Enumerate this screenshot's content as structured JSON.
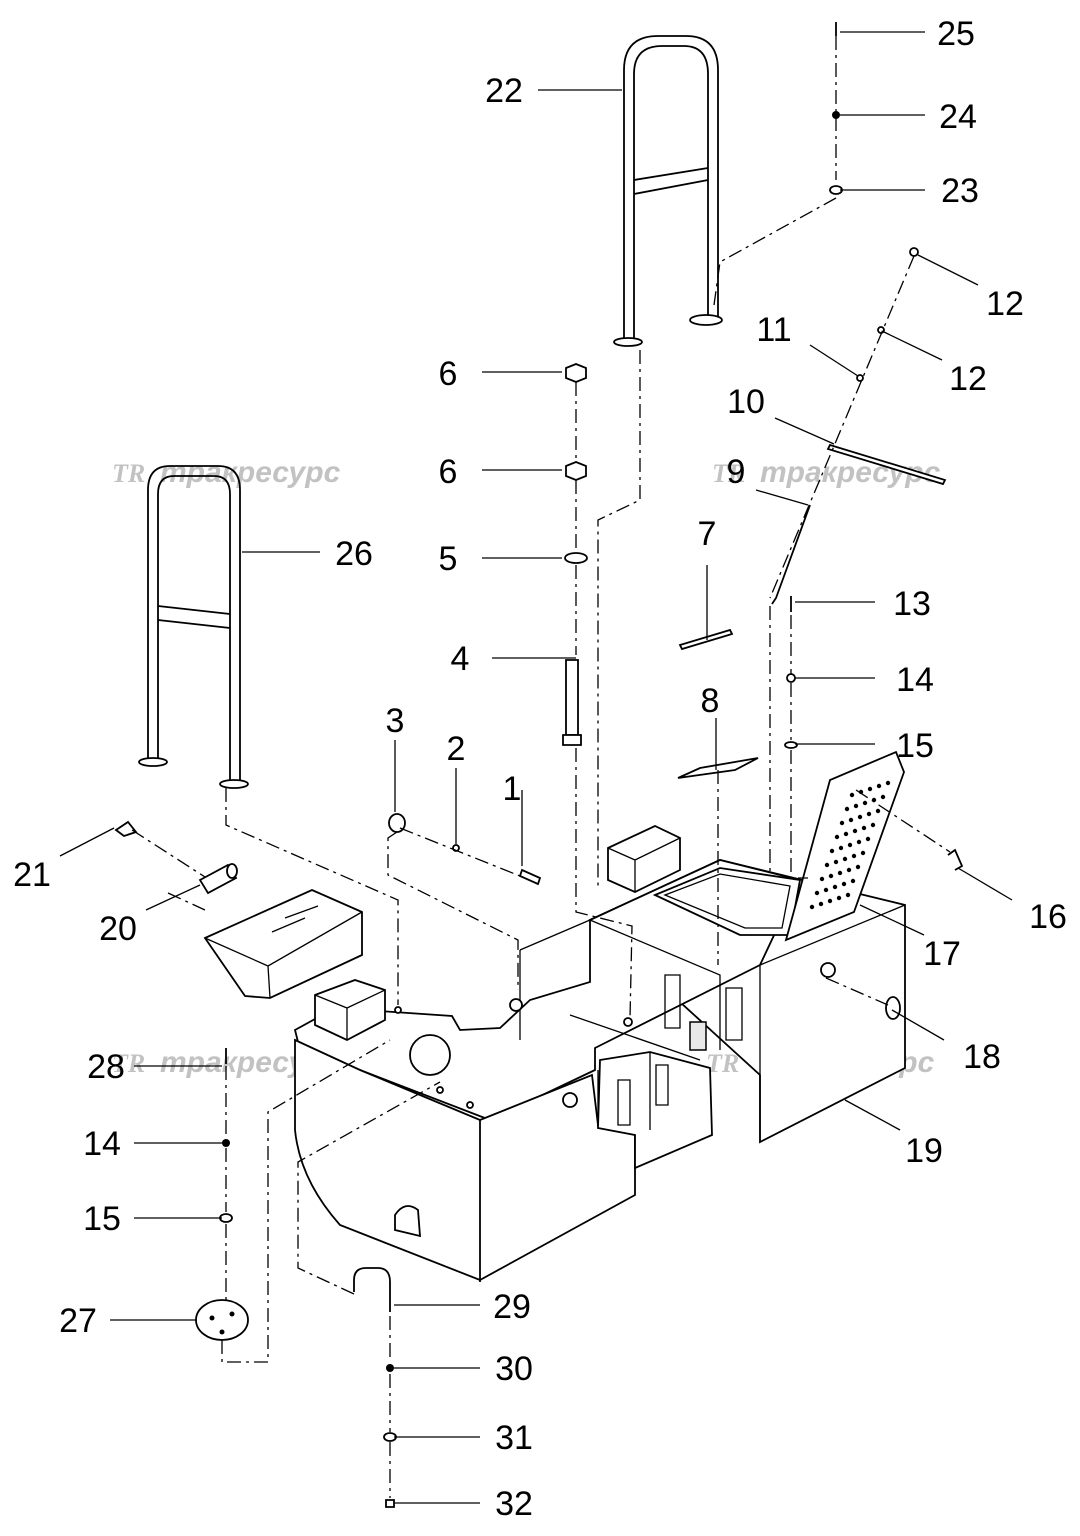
{
  "watermark": {
    "logo": "TR",
    "text": "тракресурс"
  },
  "callouts": {
    "c1": "1",
    "c2": "2",
    "c3": "3",
    "c4": "4",
    "c5": "5",
    "c6a": "6",
    "c6b": "6",
    "c7": "7",
    "c8": "8",
    "c9": "9",
    "c10": "10",
    "c11": "11",
    "c12a": "12",
    "c12b": "12",
    "c13": "13",
    "c14a": "14",
    "c14b": "14",
    "c15a": "15",
    "c15b": "15",
    "c16": "16",
    "c17": "17",
    "c18": "18",
    "c19": "19",
    "c20": "20",
    "c21": "21",
    "c22": "22",
    "c23": "23",
    "c24": "24",
    "c25": "25",
    "c26": "26",
    "c27": "27",
    "c28": "28",
    "c29": "29",
    "c30": "30",
    "c31": "31",
    "c32": "32"
  }
}
